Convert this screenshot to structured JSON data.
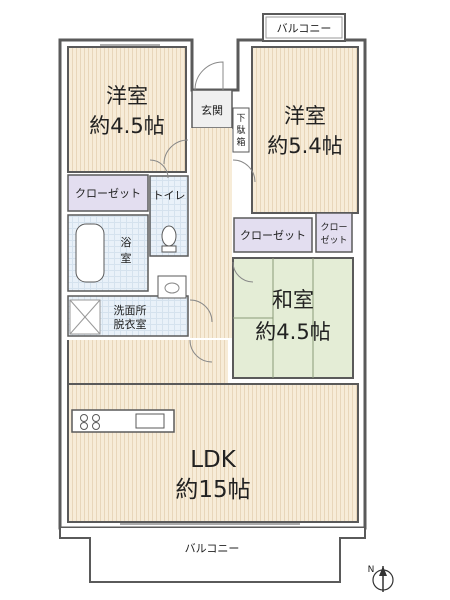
{
  "rooms": {
    "western_room_1": {
      "line1": "洋室",
      "line2": "約4.5帖"
    },
    "western_room_2": {
      "line1": "洋室",
      "line2": "約5.4帖"
    },
    "japanese_room": {
      "line1": "和室",
      "line2": "約4.5帖"
    },
    "ldk": {
      "line1": "LDK",
      "line2": "約15帖"
    }
  },
  "labels": {
    "balcony_top": "バルコニー",
    "balcony_bottom": "バルコニー",
    "entrance": "玄関",
    "shoe_box": [
      "下",
      "駄",
      "箱"
    ],
    "closet_room1": "クローゼット",
    "closet_room2": "クローゼット",
    "closet_small": [
      "クロー",
      "ゼット"
    ],
    "toilet": "トイレ",
    "bath": [
      "浴",
      "室"
    ],
    "washroom": [
      "洗面所",
      "脱衣室"
    ],
    "north_mark": "N"
  },
  "colors": {
    "floor_wood": "#f7ecd8",
    "floor_line": "#e6d2b4",
    "tatami": "#e4edd6",
    "closet_fill": "#e3def0",
    "wet_area": "#e6eff8",
    "wall": "#5a5a5a",
    "balcony_fill": "#ffffff"
  }
}
